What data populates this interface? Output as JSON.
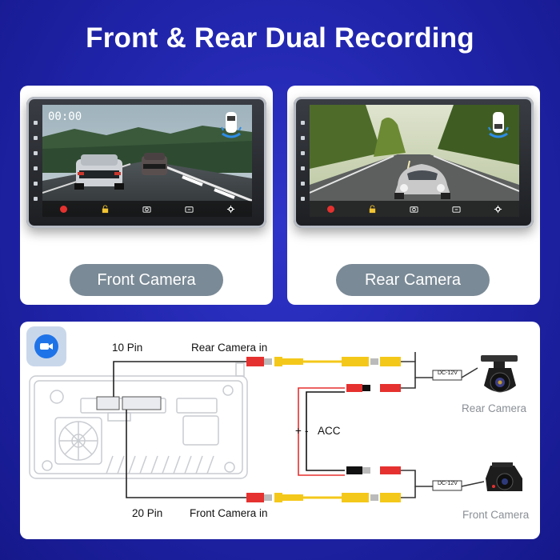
{
  "title": "Front & Rear Dual Recording",
  "front_panel": {
    "time": "00:00",
    "label": "Front Camera"
  },
  "rear_panel": {
    "label": "Rear Camera"
  },
  "diagram": {
    "pin10": "10 Pin",
    "pin20": "20 Pin",
    "rear_in": "Rear Camera in",
    "front_in": "Front Camera in",
    "acc": "ACC",
    "plus": "+",
    "minus": "-",
    "dc_rear": "DC-12V",
    "dc_front": "DC-12V",
    "rear_cam_label": "Rear Camera",
    "front_cam_label": "Front Camera"
  },
  "colors": {
    "background": "#2127b0",
    "pill": "#7a8a96",
    "rca_yellow": "#f4c81a",
    "rca_red": "#e5312f",
    "record": "#e5312f"
  },
  "icons": [
    "record-icon",
    "lock-icon",
    "camera-icon",
    "switch-camera-icon",
    "settings-icon",
    "video-camera-icon"
  ]
}
